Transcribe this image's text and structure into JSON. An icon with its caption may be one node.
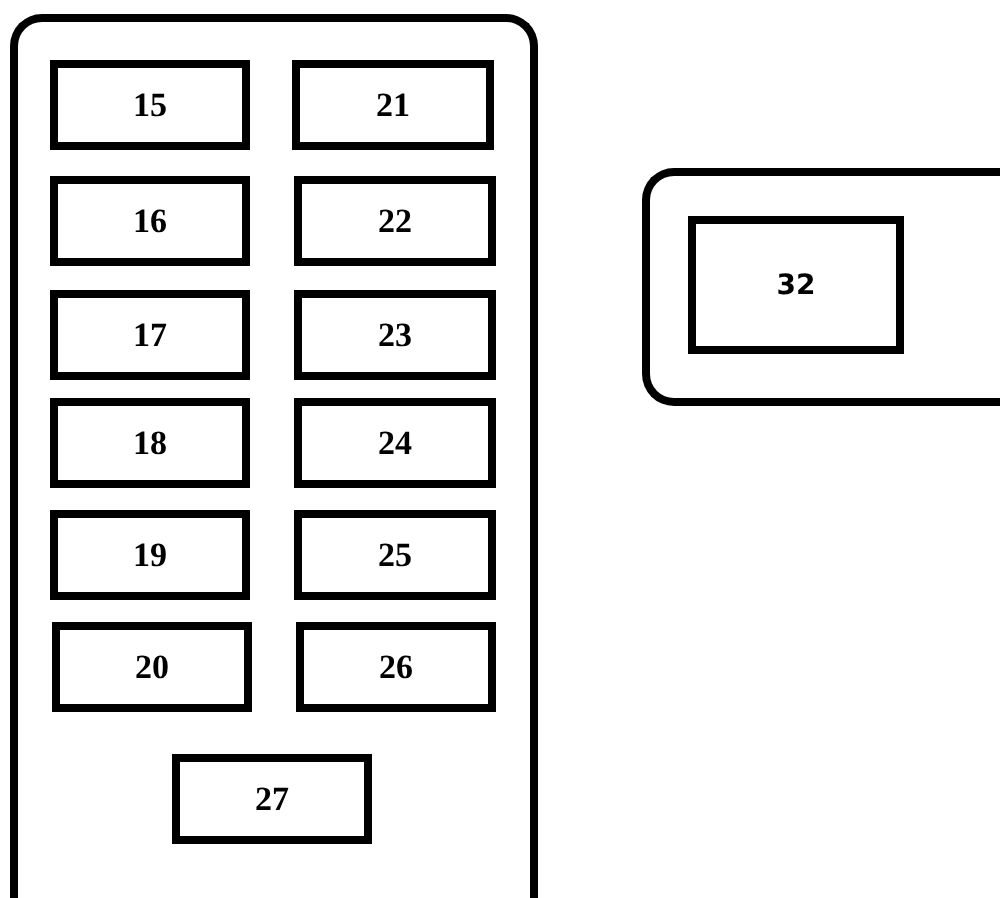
{
  "diagram": {
    "nodes": [
      {
        "text": [],
        "shape": "box"
      },
      {
        "text": [
          "15"
        ],
        "in": 0
      },
      {
        "text": [
          "21"
        ],
        "in": 0
      },
      {
        "text": [
          "16"
        ],
        "in": 0
      },
      {
        "text": [
          "22"
        ],
        "in": 0
      },
      {
        "text": [
          "17"
        ],
        "in": 0
      },
      {
        "text": [
          "23"
        ],
        "in": 0
      },
      {
        "text": [
          "18"
        ],
        "in": 0
      },
      {
        "text": [
          "24"
        ],
        "in": 0
      },
      {
        "text": [
          "19"
        ],
        "in": 0
      },
      {
        "text": [
          "25"
        ],
        "in": 0
      },
      {
        "text": [
          "20"
        ],
        "in": 0
      },
      {
        "text": [
          "26"
        ],
        "in": 0
      },
      {
        "text": [
          "27"
        ],
        "in": 0
      },
      {
        "text": [],
        "shape": "box"
      },
      {
        "text": [
          "32"
        ],
        "in": 14
      }
    ]
  }
}
